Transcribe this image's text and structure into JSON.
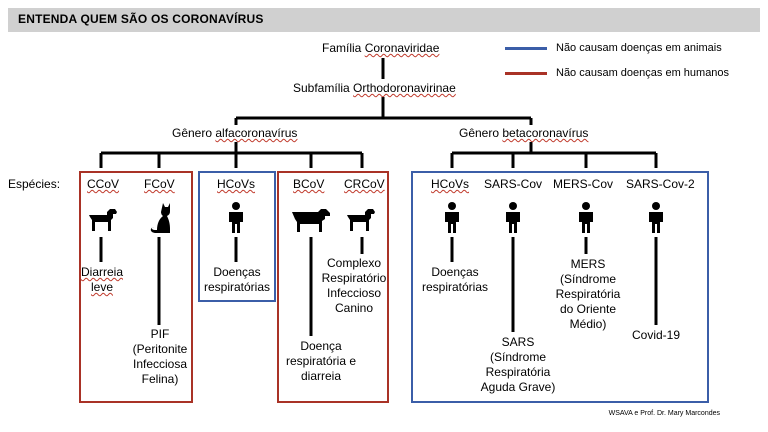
{
  "header": {
    "title": "ENTENDA QUEM SÃO OS CORONAVÍRUS"
  },
  "legend": {
    "blue_label": "Não causam doenças em animais",
    "red_label": "Não causam doenças em humanos",
    "blue_color": "#3b5ea8",
    "red_color": "#a93226"
  },
  "tree": {
    "family_prefix": "Família",
    "family_name": "Coronaviridae",
    "subfamily_prefix": "Subfamília",
    "subfamily_name": "Orthodoronavirinae",
    "genus_alpha_prefix": "Gênero",
    "genus_alpha_name": "alfacoronavírus",
    "genus_beta_prefix": "Gênero",
    "genus_beta_name": "betacoronavírus",
    "species_label": "Espécies:"
  },
  "species": [
    {
      "name": "CCoV",
      "icon": "dog-icon",
      "disease": "Diarreia leve"
    },
    {
      "name": "FCoV",
      "icon": "cat-icon",
      "disease": "PIF (Peritonite Infecciosa Felina)"
    },
    {
      "name": "HCoVs",
      "icon": "person-icon",
      "disease": "Doenças respiratórias"
    },
    {
      "name": "BCoV",
      "icon": "cow-icon",
      "disease": "Doença respiratória e diarreia"
    },
    {
      "name": "CRCoV",
      "icon": "dog-icon",
      "disease": "Complexo Respiratório Infeccioso Canino"
    },
    {
      "name": "HCoVs",
      "icon": "person-icon",
      "disease": "Doenças respiratórias"
    },
    {
      "name": "SARS-Cov",
      "icon": "person-icon",
      "disease": "SARS (Síndrome Respiratória Aguda Grave)"
    },
    {
      "name": "MERS-Cov",
      "icon": "person-icon",
      "disease": "MERS (Síndrome Respiratória do Oriente Médio)"
    },
    {
      "name": "SARS-Cov-2",
      "icon": "person-icon",
      "disease": "Covid-19"
    }
  ],
  "footer": {
    "credit": "WSAVA e Prof. Dr. Mary Marcondes"
  }
}
